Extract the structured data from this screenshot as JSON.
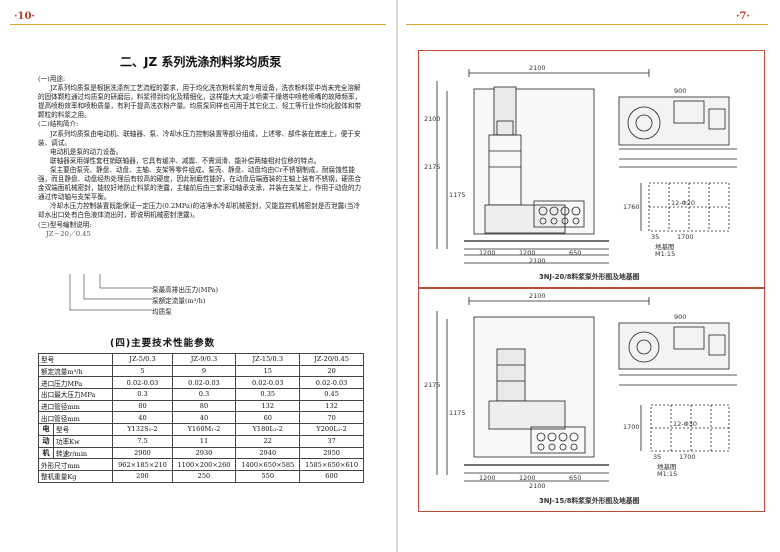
{
  "left_page": {
    "page_number": "·10·",
    "section_title": "二、JZ 系列洗涤剂料浆均质泵",
    "paragraphs": [
      {
        "id": "h1",
        "text": "(一)用途:"
      },
      {
        "id": "p1",
        "text": "JZ系列均质泵是根据洗涤剂工艺流程的要求，用于均化洗衣粉料浆的专用设备，洗衣粉料浆中尚未完全溶解的固体颗粒通过均质泵的研磨后，料浆得到均化及精细化，这样能大大减少喷雾干燥塔中喷枪喷嘴的故障频率，提高喷粉效率和喷粉质量，有利于提高洗衣粉产量。均质泵同样也可用于其它化工、轻工等行业作均化胶体和带颗粒的料浆之用。"
      },
      {
        "id": "h2",
        "text": "(二)结构简介:"
      },
      {
        "id": "p2",
        "text": "JZ系列均质泵由电动机、联轴器、泵、冷却水压力控制装置等部分组成，上述零、部件装在底座上，便于安装、调试。"
      },
      {
        "id": "p3",
        "text": "电动机是泵的动力设备。"
      },
      {
        "id": "p4",
        "text": "联轴器采用弹性套柱销联轴器，它具有缓冲、减震、不需润滑、能补偿两轴相对位移的特点。"
      },
      {
        "id": "p5",
        "text": "泵主要由泵壳、静盘、动盘、主轴、支架等零件组成。泵壳、静盘、动盘均由Cr不锈钢制成，耐腐蚀性能强，而且静盘、动盘经热处理后有较高的硬度，因此耐磨性能好。在动盘后端面装的主轴上装有不锈钢，硬质合金双端面机械密封，能较好地防止料浆的泄露，主轴前后由三套滚动轴承支承，并装在支架上，作用于动盘的力通过传动轴与支架平衡。"
      },
      {
        "id": "p6",
        "text": "冷却水压力控制装置既能保证一定压力(0.2MPa)的洁净水冷却机械密封，又能监控机械密封是否泄露(当冷却水出口处有白色液体流出时，即说明机械密封泄露)。"
      },
      {
        "id": "h3",
        "text": "(三)型号编制说明:"
      }
    ],
    "model_code": "JZ－20／0.45",
    "legend": [
      "泵最高排出压力(MPa)",
      "泵额定流量(m³/h)",
      "均质泵"
    ],
    "table_title": "(四)主要技术性能参数",
    "table": {
      "header": [
        "型号",
        "JZ-5/0.3",
        "JZ-9/0.3",
        "JZ-15/0.3",
        "JZ-20/0.45"
      ],
      "rows": [
        {
          "label": "额定流量m³/h",
          "values": [
            "5",
            "9",
            "15",
            "20"
          ]
        },
        {
          "label": "进口压力MPa",
          "values": [
            "0.02-0.03",
            "0.02-0.03",
            "0.02-0.03",
            "0.02-0.03"
          ]
        },
        {
          "label": "出口最大压力MPa",
          "values": [
            "0.3",
            "0.3",
            "0.35",
            "0.45"
          ]
        },
        {
          "label": "进口管径mm",
          "values": [
            "80",
            "80",
            "132",
            "132"
          ]
        },
        {
          "label": "出口管径mm",
          "values": [
            "40",
            "40",
            "60",
            "70"
          ]
        }
      ],
      "motor_group": [
        "电",
        "动",
        "机"
      ],
      "motor_rows": [
        {
          "label": "型号",
          "values": [
            "Y132S₁-2",
            "Y160M₁-2",
            "Y180L₁-2",
            "Y200L₁-2"
          ]
        },
        {
          "label": "功率Kw",
          "values": [
            "7.5",
            "11",
            "22",
            "37"
          ]
        },
        {
          "label": "转速r/min",
          "values": [
            "2900",
            "2930",
            "2940",
            "2950"
          ]
        }
      ],
      "tail_rows": [
        {
          "label": "外形尺寸mm",
          "values": [
            "962×185×210",
            "1100×200×260",
            "1400×650×585",
            "1585×650×610"
          ]
        },
        {
          "label": "整机重量Kg",
          "values": [
            "200",
            "250",
            "550",
            "600"
          ]
        }
      ]
    }
  },
  "right_page": {
    "page_number": "·7·",
    "figures": [
      {
        "caption": "3NJ-20/8料浆泵外形图及地基图",
        "dims_top": [
          "2100",
          "900"
        ],
        "dims_side": [
          "2100",
          "2175",
          "1175"
        ],
        "dims_bottom": [
          "1200",
          "1200",
          "650",
          "2100"
        ],
        "pit_dims": [
          "12-Φ20",
          "35",
          "1700",
          "1760"
        ],
        "scale_label": "地基图",
        "scale": "M1:15"
      },
      {
        "caption": "3NJ-15/8料浆泵外形图及地基图",
        "dims_top": [
          "2100",
          "900"
        ],
        "dims_side": [
          "2175",
          "1175"
        ],
        "dims_bottom": [
          "1200",
          "1200",
          "650",
          "2100"
        ],
        "pit_dims": [
          "12-Φ30",
          "35",
          "1700",
          "1700"
        ],
        "scale_label": "地基图",
        "scale": "M1:15"
      }
    ]
  }
}
